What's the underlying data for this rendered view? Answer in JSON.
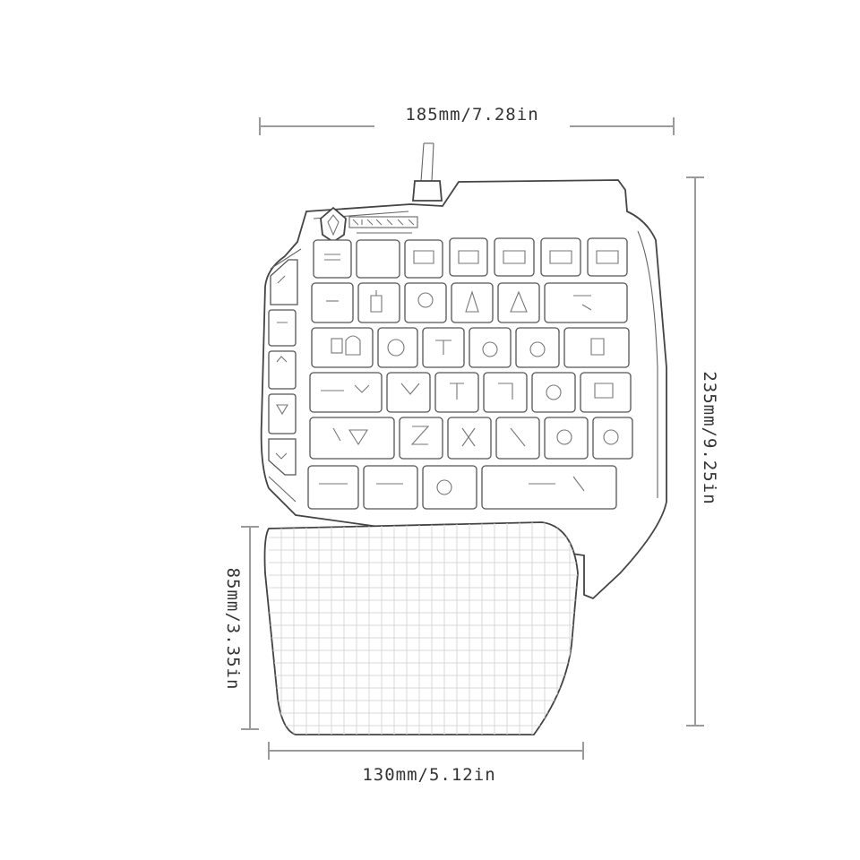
{
  "dimensions": {
    "top_width": "185mm/7.28in",
    "right_height": "235mm/9.25in",
    "left_height": "85mm/3.35in",
    "bottom_width": "130mm/5.12in"
  },
  "product": {
    "type": "one-handed gaming keyboard with wrist rest",
    "style": "pencil sketch line drawing"
  },
  "colors": {
    "background": "#ffffff",
    "line": "#555555",
    "dimension_line": "#9a9a9a",
    "text": "#333333"
  }
}
